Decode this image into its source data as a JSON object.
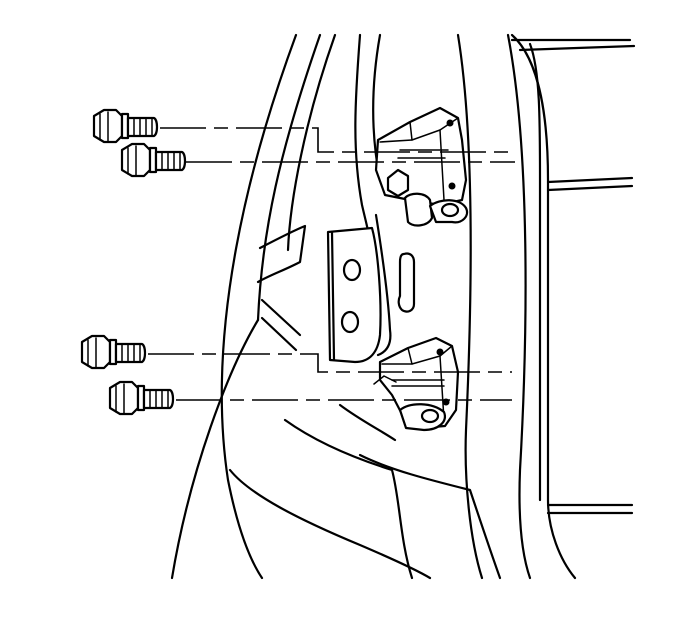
{
  "figure": {
    "subject": "door-hinge-installation",
    "parts": {
      "upper_hinge": "upper-door-hinge",
      "lower_hinge": "lower-door-hinge",
      "bolts": [
        "upper-hinge-bolt-1",
        "upper-hinge-bolt-2",
        "lower-hinge-bolt-1",
        "lower-hinge-bolt-2"
      ]
    },
    "colors": {
      "line": "#000000",
      "background": "#ffffff"
    }
  }
}
